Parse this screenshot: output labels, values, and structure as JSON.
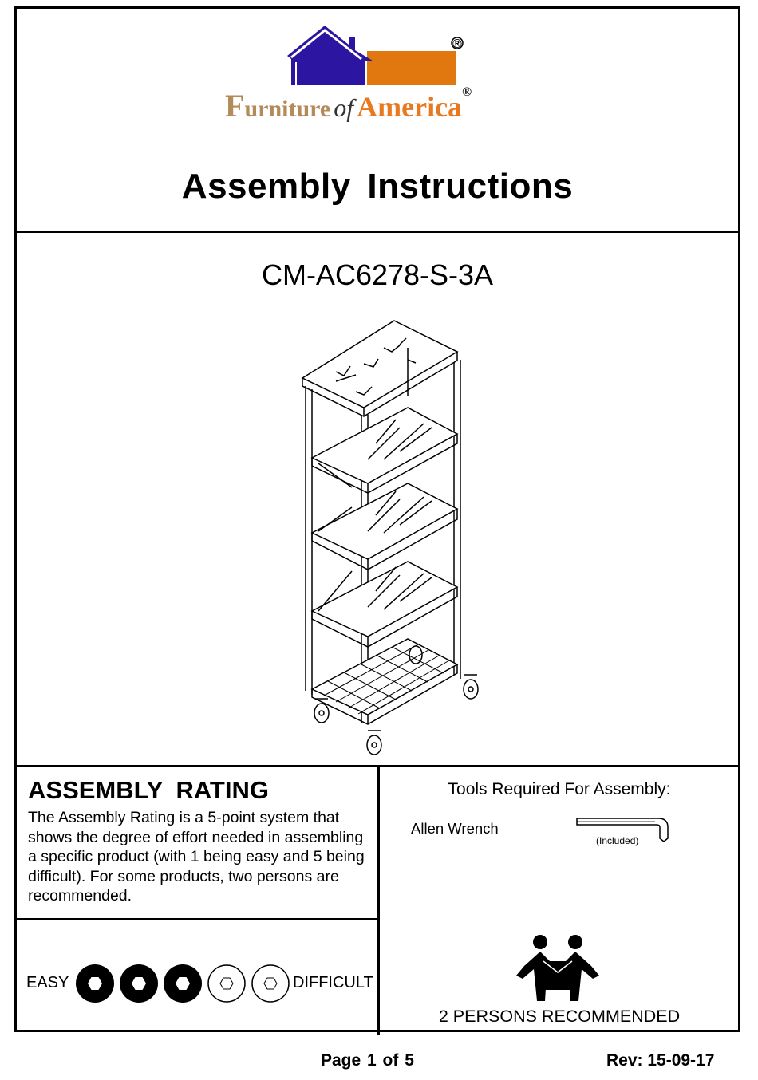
{
  "logo": {
    "word1_initial": "F",
    "word1_rest": "urniture",
    "word2": "of",
    "word3": "America",
    "registered": "®",
    "colors": {
      "blue": "#2c15a0",
      "orange": "#e0780f",
      "tan": "#b38b5a"
    }
  },
  "header": {
    "title": "Assembly  Instructions"
  },
  "product": {
    "model": "CM-AC6278-S-3A",
    "illustration": "metal-bookshelf-on-casters"
  },
  "rating": {
    "heading": "ASSEMBLY  RATING",
    "description": "The Assembly Rating is a 5-point system that shows the degree of effort needed in assembling a specific product (with 1 being easy and 5 being difficult).  For some products, two persons are recommended.",
    "easy_label": "EASY",
    "difficult_label": "DIFFICULT",
    "level": 3,
    "max": 5
  },
  "tools": {
    "heading": "Tools Required For Assembly:",
    "items": [
      {
        "name": "Allen Wrench",
        "note": "(Included)",
        "icon": "allen-wrench-icon"
      }
    ]
  },
  "persons": {
    "label": "2 PERSONS RECOMMENDED",
    "icon": "two-persons-lifting-icon"
  },
  "footer": {
    "page": "Page 1 of  5",
    "revision": "Rev: 15-09-17"
  }
}
